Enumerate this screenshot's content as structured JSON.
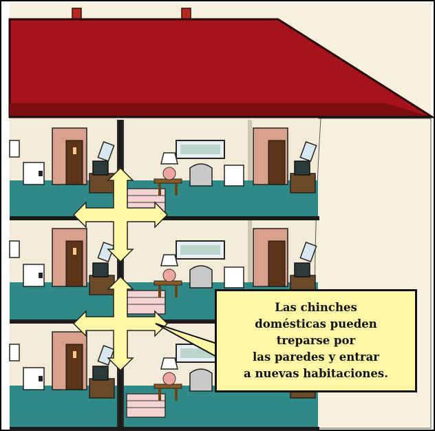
{
  "caption": {
    "lines": [
      "Las chinches",
      "domésticas pueden",
      "treparse por",
      "las paredes y entrar",
      "a nuevas habitaciones."
    ]
  },
  "colors": {
    "roof": "#a5141c",
    "wall": "#f3ead8",
    "exterior_wall": "#f7f0df",
    "carpet": "#2f8a87",
    "floor_beam": "#1c1c1c",
    "door_frame": "#d9a08e",
    "door": "#5c3418",
    "arrow_fill": "#fff6a6",
    "callout_fill": "#fff6a6"
  },
  "icons": [
    "double-headed-arrow-icon",
    "callout-pointer"
  ]
}
